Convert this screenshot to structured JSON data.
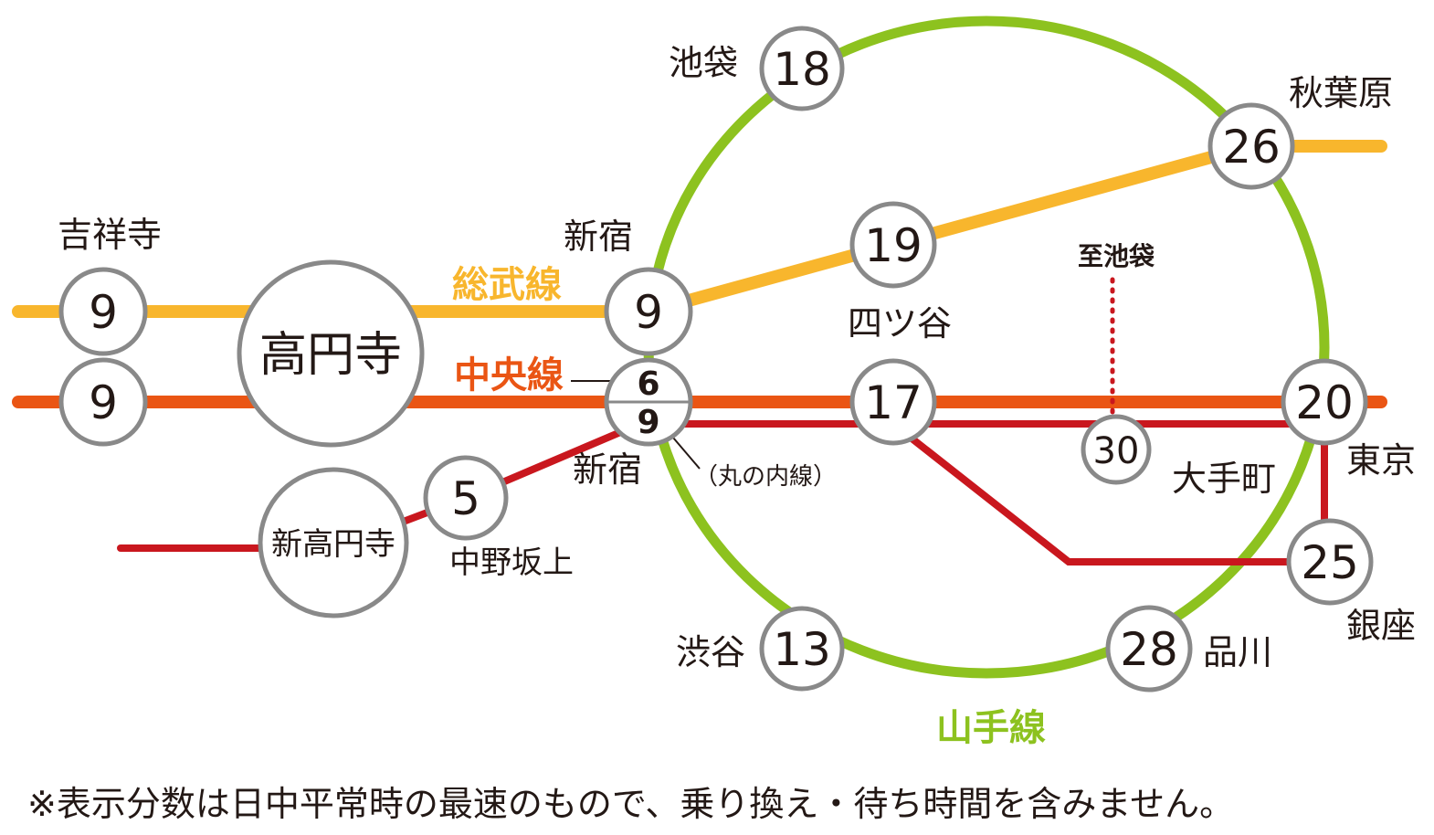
{
  "colors": {
    "yamanote": "#8dc21f",
    "sobu": "#f8b62d",
    "chuo": "#ea5514",
    "marunouchi": "#c9171e",
    "circle_stroke": "#898989",
    "text": "#231815"
  },
  "lines": {
    "sobu": "総武線",
    "chuo": "中央線",
    "yamanote": "山手線",
    "marunouchi": "（丸の内線）",
    "ikebukuro_direction": "至池袋"
  },
  "origin": {
    "koenji": "高円寺",
    "shinkoenji": "新高円寺"
  },
  "stations": {
    "kichijoji": {
      "name": "吉祥寺",
      "sobu_minutes": "9",
      "chuo_minutes": "9"
    },
    "shinjuku": {
      "name": "新宿",
      "sobu_minutes": "9",
      "chuo_minutes": "6",
      "marunouchi_minutes": "9"
    },
    "ikebukuro": {
      "name": "池袋",
      "minutes": "18"
    },
    "akihabara": {
      "name": "秋葉原",
      "minutes": "26"
    },
    "yotsuya": {
      "name": "四ツ谷",
      "minutes": "19"
    },
    "yotsuya_chuo": {
      "minutes": "17"
    },
    "tokyo": {
      "name": "東京",
      "minutes": "20"
    },
    "otemachi": {
      "name": "大手町",
      "minutes": "30"
    },
    "ginza": {
      "name": "銀座",
      "minutes": "25"
    },
    "shibuya": {
      "name": "渋谷",
      "minutes": "13"
    },
    "shinagawa": {
      "name": "品川",
      "minutes": "28"
    },
    "nakanosakaue": {
      "name": "中野坂上",
      "minutes": "5"
    }
  },
  "footnote": "※表示分数は日中平常時の最速のもので、乗り換え・待ち時間を含みません。"
}
